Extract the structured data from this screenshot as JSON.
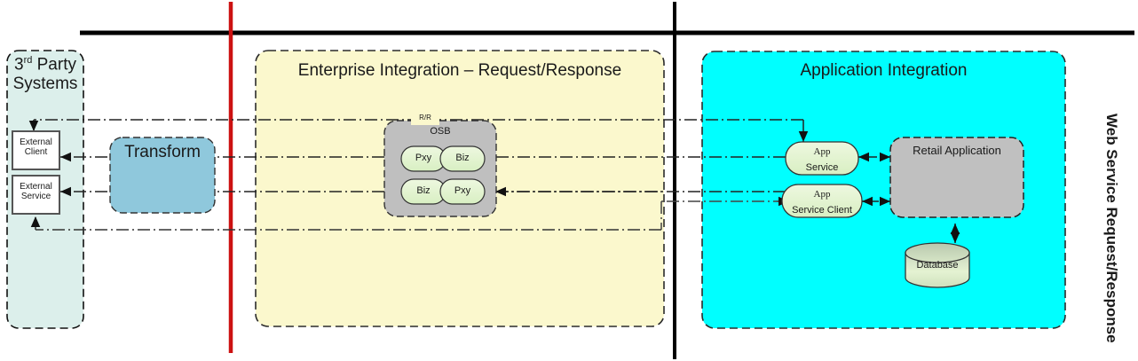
{
  "diagram": {
    "title_vertical": "Web Service Request/Response",
    "panels": [
      {
        "id": "third-party",
        "label_line1": "3",
        "label_sup": "rd",
        "label_line2": " Party",
        "label_line3": "Systems",
        "fill": "#dcefeb",
        "stroke": "#111111"
      },
      {
        "id": "enterprise-integration",
        "label": "Enterprise Integration – Request/Response",
        "fill": "#fbf8cd",
        "stroke": "#2b2b2b"
      },
      {
        "id": "application-integration",
        "label": "Application Integration",
        "fill": "#00ffff",
        "stroke": "#2b2b2b"
      }
    ],
    "nodes": {
      "external_client": {
        "label_line1": "External",
        "label_line2": "Client",
        "fill": "#ffffff",
        "stroke": "#555555"
      },
      "external_service": {
        "label_line1": "External",
        "label_line2": "Service",
        "fill": "#ffffff",
        "stroke": "#555555"
      },
      "transform": {
        "label": "Transform",
        "fill": "#8fc8dc",
        "stroke": "#333333"
      },
      "osb": {
        "label": "OSB",
        "edge_label": "R/R",
        "fill": "#bfbfbf",
        "stroke": "#333333"
      },
      "osb_children": [
        {
          "id": "pxy-top",
          "label": "Pxy",
          "fill": "#ccf5cc"
        },
        {
          "id": "biz-top",
          "label": "Biz",
          "fill": "#ccf5cc"
        },
        {
          "id": "biz-bottom",
          "label": "Biz",
          "fill": "#ccf5cc"
        },
        {
          "id": "pxy-bottom",
          "label": "Pxy",
          "fill": "#ccf5cc"
        }
      ],
      "app_service": {
        "label_line1": "App",
        "label_line2": "Service",
        "fill": "#e3f5cf"
      },
      "app_service_client": {
        "label_line1": "App",
        "label_line2": "Service Client",
        "fill": "#e3f5cf"
      },
      "retail_application": {
        "label": "Retail Application",
        "fill": "#c0c0c0",
        "stroke": "#222222"
      },
      "database": {
        "label": "Database",
        "fill": "#d7e9c4"
      }
    },
    "dividers": {
      "red_line_color": "#cc1111",
      "black_line_color": "#000000"
    }
  }
}
